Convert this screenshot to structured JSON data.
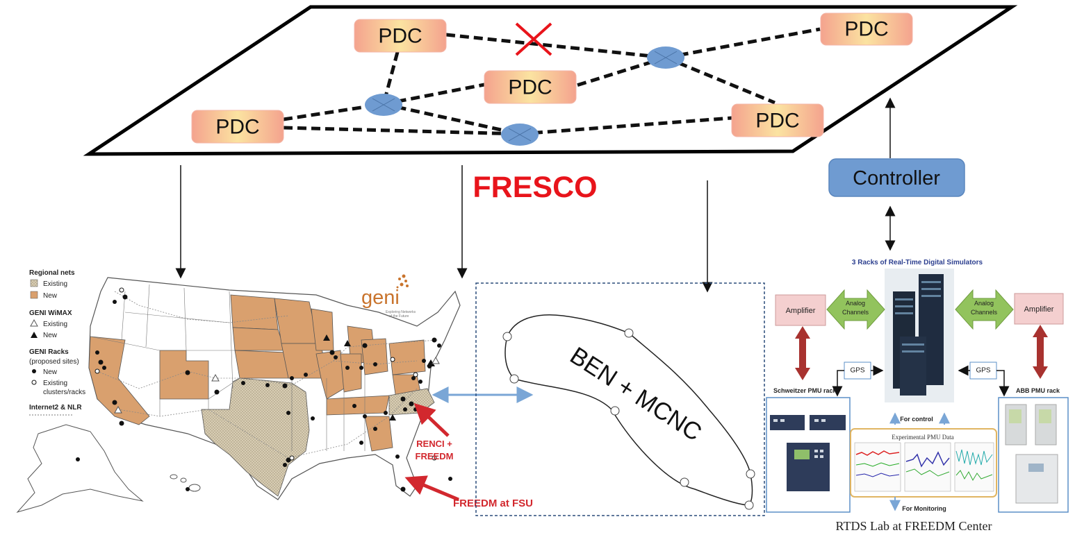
{
  "top_network": {
    "nodes": [
      {
        "label": "PDC"
      },
      {
        "label": "PDC"
      },
      {
        "label": "PDC"
      },
      {
        "label": "PDC"
      },
      {
        "label": "PDC"
      }
    ]
  },
  "center_label": "FRESCO",
  "controller": {
    "label": "Controller"
  },
  "map": {
    "legend": {
      "regional_nets": "Regional nets",
      "existing": "Existing",
      "new": "New",
      "wimax": "GENI WiMAX",
      "wimax_existing": "Existing",
      "wimax_new": "New",
      "racks": "GENI Racks",
      "racks_sub": "(proposed sites)",
      "racks_new": "New",
      "racks_existing_1": "Existing",
      "racks_existing_2": "clusters/racks",
      "internet2": "Internet2 & NLR"
    },
    "geni_logo": "geni",
    "geni_tagline_1": "Exploring Networks",
    "geni_tagline_2": "of the Future",
    "renci_1": "RENCI +",
    "renci_2": "FREEDM",
    "freedm_fsu": "FREEDM at FSU"
  },
  "ben_label": "BEN + MCNC",
  "rtds": {
    "title": "3 Racks of Real-Time Digital Simulators",
    "amp_left": "Amplifier",
    "amp_right": "Amplifier",
    "analog_1": "Analog",
    "analog_2": "Channels",
    "gps": "GPS",
    "schweitzer": "Schweitzer PMU rack",
    "abb": "ABB PMU rack",
    "for_control": "For control",
    "pmu_data": "Experimental PMU Data",
    "for_monitoring": "For Monitoring",
    "caption": "RTDS Lab at FREEDM Center"
  },
  "colors": {
    "fresco_red": "#e8141b",
    "controller_blue": "#6f9bd1",
    "hub_blue": "#6f9bd1",
    "state_orange": "#d9a06e",
    "state_hatched": "#d8cdb4"
  }
}
